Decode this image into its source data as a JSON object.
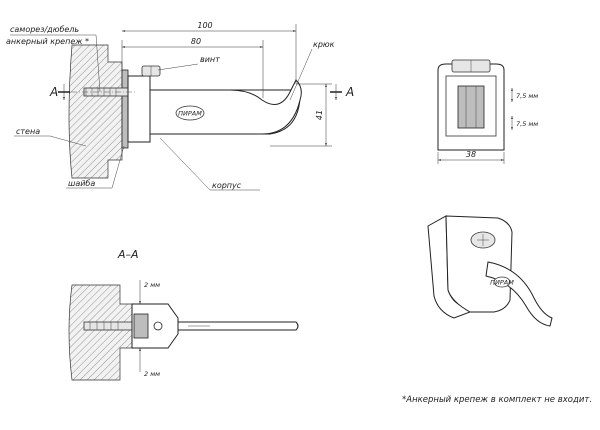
{
  "labels": {
    "screw_dowel_line1": "саморез/дюбель",
    "screw_dowel_line2": "анкерный крепеж *",
    "screw": "винт",
    "hook": "крюк",
    "wall": "стена",
    "washer": "шайба",
    "housing": "корпус",
    "section_mark": "A",
    "section_title": "A–A",
    "brand": "ПИРАМ"
  },
  "dimensions": {
    "overall_length": "100",
    "body_length": "80",
    "height": "41",
    "width": "38",
    "gap_upper": "7,5 мм",
    "gap_lower": "7,5 мм",
    "clearance_top": "2 мм",
    "clearance_bottom": "2 мм"
  },
  "note": "*Анкерный крепеж в комплект не входит."
}
